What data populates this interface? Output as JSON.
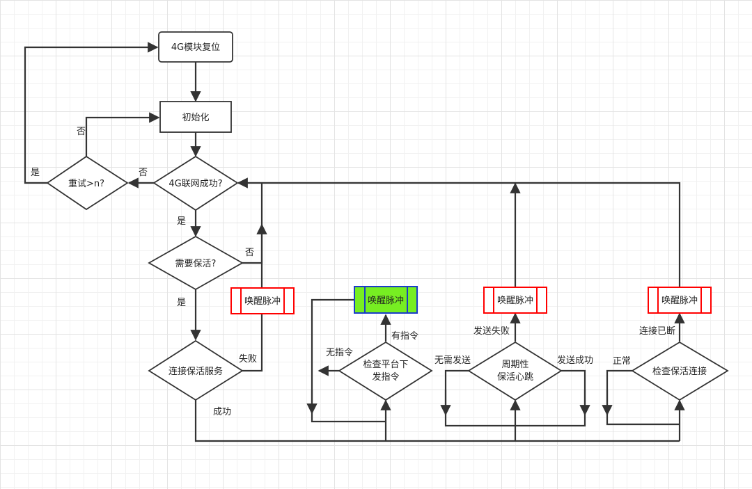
{
  "nodes": {
    "reset": "4G模块复位",
    "init": "初始化",
    "net_ok": "4G联网成功?",
    "retry": "重试>n?",
    "need_keepalive": "需要保活?",
    "connect_service": "连接保活服务",
    "pulse_1": "唤醒脉冲",
    "pulse_2": "唤醒脉冲",
    "pulse_3": "唤醒脉冲",
    "pulse_4": "唤醒脉冲",
    "check_cmd_line1": "检查平台下",
    "check_cmd_line2": "发指令",
    "heartbeat_line1": "周期性",
    "heartbeat_line2": "保活心跳",
    "check_conn": "检查保活连接"
  },
  "edge_labels": {
    "retry_no": "否",
    "retry_yes": "是",
    "net_no": "否",
    "net_yes": "是",
    "keepalive_no": "否",
    "keepalive_yes": "是",
    "connect_fail": "失败",
    "connect_success": "成功",
    "no_cmd": "无指令",
    "has_cmd": "有指令",
    "send_fail": "发送失败",
    "no_send": "无需发送",
    "send_ok": "发送成功",
    "normal": "正常",
    "disconnected": "连接已断"
  },
  "colors": {
    "pulse_border": "#ff0000",
    "active_fill": "#77ee22",
    "active_border": "#1a3cc8"
  }
}
